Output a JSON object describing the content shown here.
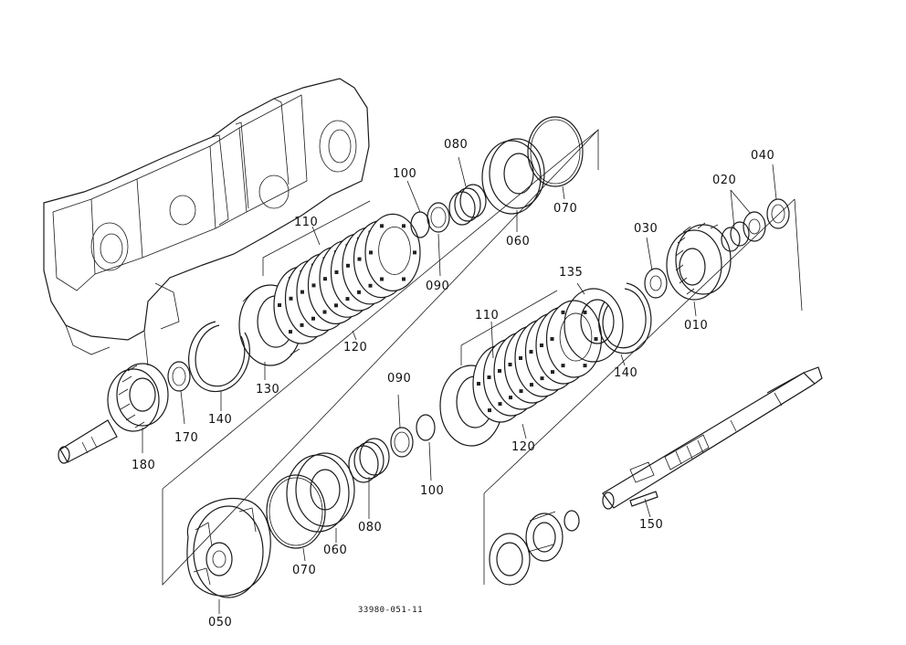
{
  "diagram": {
    "drawing_code": "33980-051-11",
    "callouts": {
      "c010": "010",
      "c020": "020",
      "c030": "030",
      "c040": "040",
      "c050": "050",
      "c060_upper": "060",
      "c060_lower": "060",
      "c070_upper": "070",
      "c070_lower": "070",
      "c080_upper": "080",
      "c080_lower": "080",
      "c090_upper": "090",
      "c090_lower": "090",
      "c100_upper": "100",
      "c100_lower": "100",
      "c110_upper": "110",
      "c110_lower": "110",
      "c120_upper": "120",
      "c120_lower": "120",
      "c130": "130",
      "c135": "135",
      "c140_left": "140",
      "c140_right": "140",
      "c150": "150",
      "c170": "170",
      "c180": "180"
    }
  }
}
